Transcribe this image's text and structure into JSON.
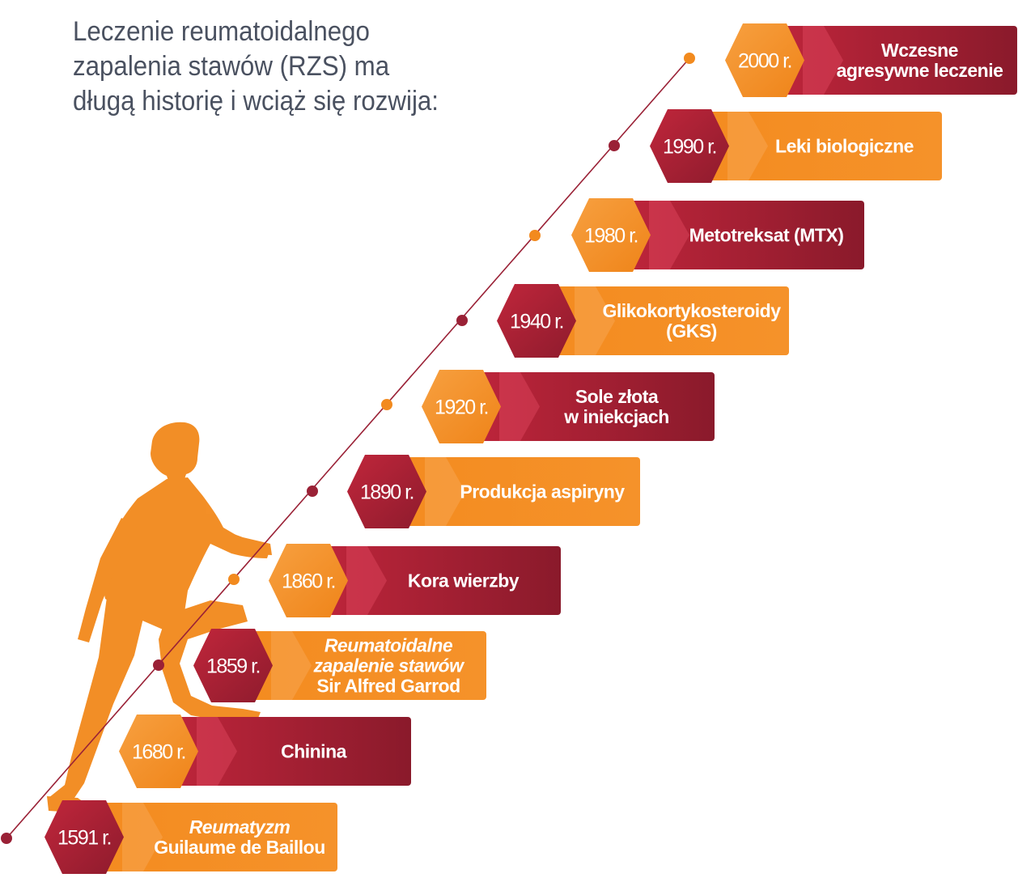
{
  "intro_lines": [
    "Leczenie reumatoidalnego",
    "zapalenia stawów (RZS) ma",
    "długą historię i wciąż się rozwija:"
  ],
  "colors": {
    "orange": "#f28a1e",
    "red_dark": "#8c1a2c",
    "red_light": "#b52238",
    "text_gray": "#4a5160",
    "white": "#ffffff"
  },
  "milestones": [
    {
      "year": "1591 r.",
      "lines": [
        {
          "text": "Reumatyzm",
          "italic": true
        },
        {
          "text": "Guilaume de Baillou",
          "italic": false
        }
      ],
      "banner": "orange"
    },
    {
      "year": "1680 r.",
      "lines": [
        {
          "text": "Chinina",
          "italic": false
        }
      ],
      "banner": "red"
    },
    {
      "year": "1859 r.",
      "lines": [
        {
          "text": "Reumatoidalne",
          "italic": true
        },
        {
          "text": "zapalenie stawów",
          "italic": true
        },
        {
          "text": "Sir Alfred Garrod",
          "italic": false
        }
      ],
      "banner": "orange"
    },
    {
      "year": "1860 r.",
      "lines": [
        {
          "text": "Kora wierzby",
          "italic": false
        }
      ],
      "banner": "red"
    },
    {
      "year": "1890 r.",
      "lines": [
        {
          "text": "Produkcja aspiryny",
          "italic": false
        }
      ],
      "banner": "orange"
    },
    {
      "year": "1920 r.",
      "lines": [
        {
          "text": "Sole złota",
          "italic": false
        },
        {
          "text": "w iniekcjach",
          "italic": false
        }
      ],
      "banner": "red"
    },
    {
      "year": "1940 r.",
      "lines": [
        {
          "text": "Glikokortykosteroidy",
          "italic": false
        },
        {
          "text": "(GKS)",
          "italic": false
        }
      ],
      "banner": "orange"
    },
    {
      "year": "1980 r.",
      "lines": [
        {
          "text": "Metotreksat (MTX)",
          "italic": false
        }
      ],
      "banner": "red"
    },
    {
      "year": "1990 r.",
      "lines": [
        {
          "text": "Leki biologiczne",
          "italic": false
        }
      ],
      "banner": "orange"
    },
    {
      "year": "2000 r.",
      "lines": [
        {
          "text": "Wczesne",
          "italic": false
        },
        {
          "text": "agresywne leczenie",
          "italic": false
        }
      ],
      "banner": "red"
    }
  ]
}
